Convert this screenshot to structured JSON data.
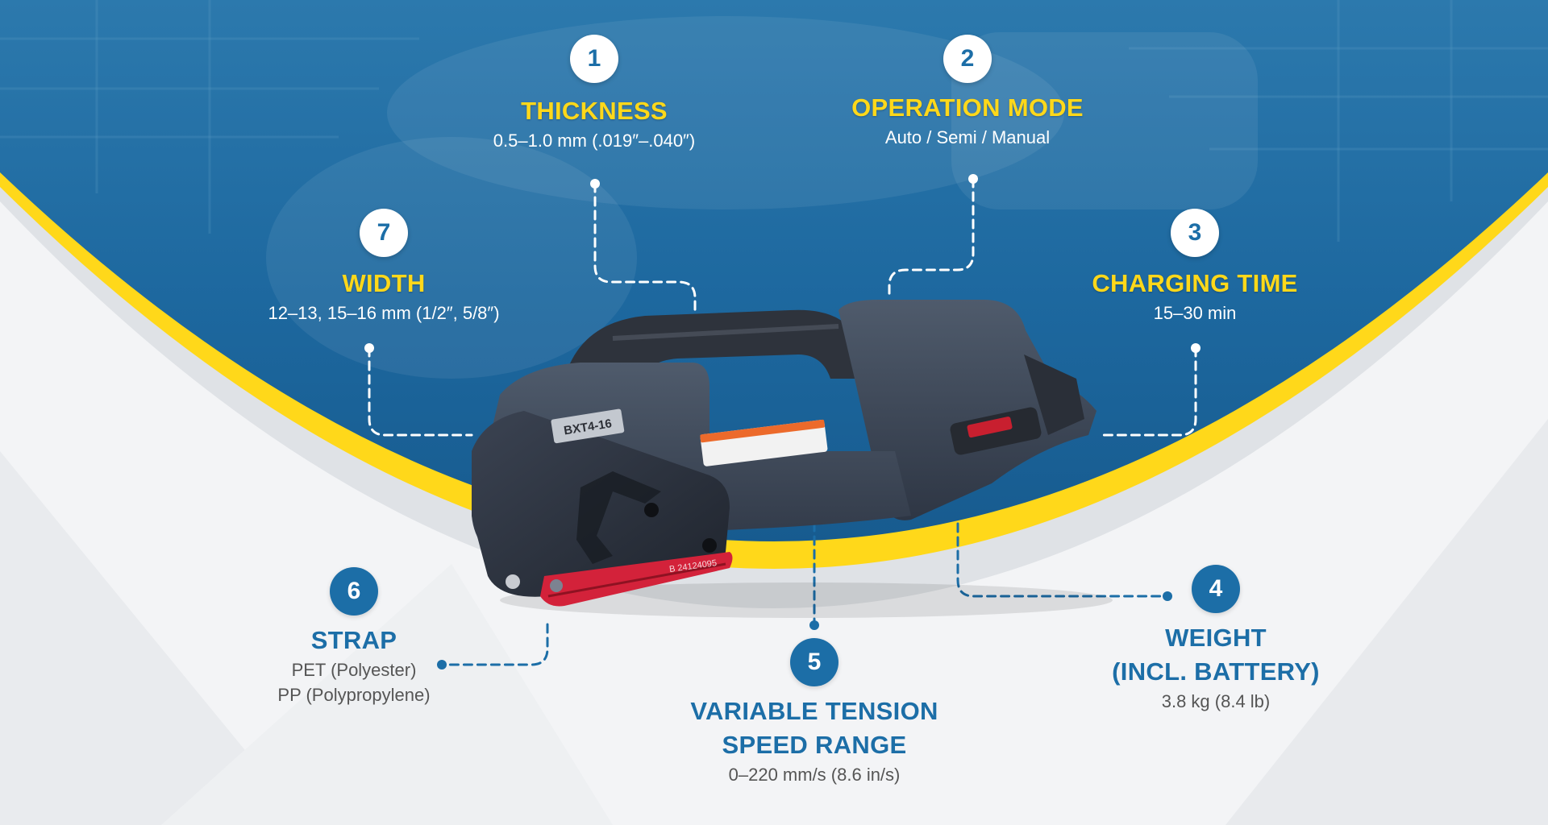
{
  "specs": [
    {
      "number": "1",
      "title": "THICKNESS",
      "values": [
        "0.5–1.0 mm (.019″–.040″)"
      ]
    },
    {
      "number": "2",
      "title": "OPERATION MODE",
      "values": [
        "Auto / Semi / Manual"
      ]
    },
    {
      "number": "3",
      "title": "CHARGING TIME",
      "values": [
        "15–30 min"
      ]
    },
    {
      "number": "4",
      "title_lines": [
        "WEIGHT",
        "(INCL. BATTERY)"
      ],
      "values": [
        "3.8 kg (8.4 lb)"
      ]
    },
    {
      "number": "5",
      "title_lines": [
        "VARIABLE TENSION",
        "SPEED RANGE"
      ],
      "values": [
        "0–220 mm/s (8.6 in/s)"
      ]
    },
    {
      "number": "6",
      "title": "STRAP",
      "values": [
        "PET (Polyester)",
        "PP (Polypropylene)"
      ]
    },
    {
      "number": "7",
      "title": "WIDTH",
      "values": [
        "12–13, 15–16 mm (1/2″, 5/8″)"
      ]
    }
  ],
  "tool": {
    "model_label": "BXT4-16",
    "serial_label": "B 24124095"
  },
  "colors": {
    "blue": "#1c6ea7",
    "yellow": "#ffd81a",
    "background": "#f3f4f6"
  }
}
